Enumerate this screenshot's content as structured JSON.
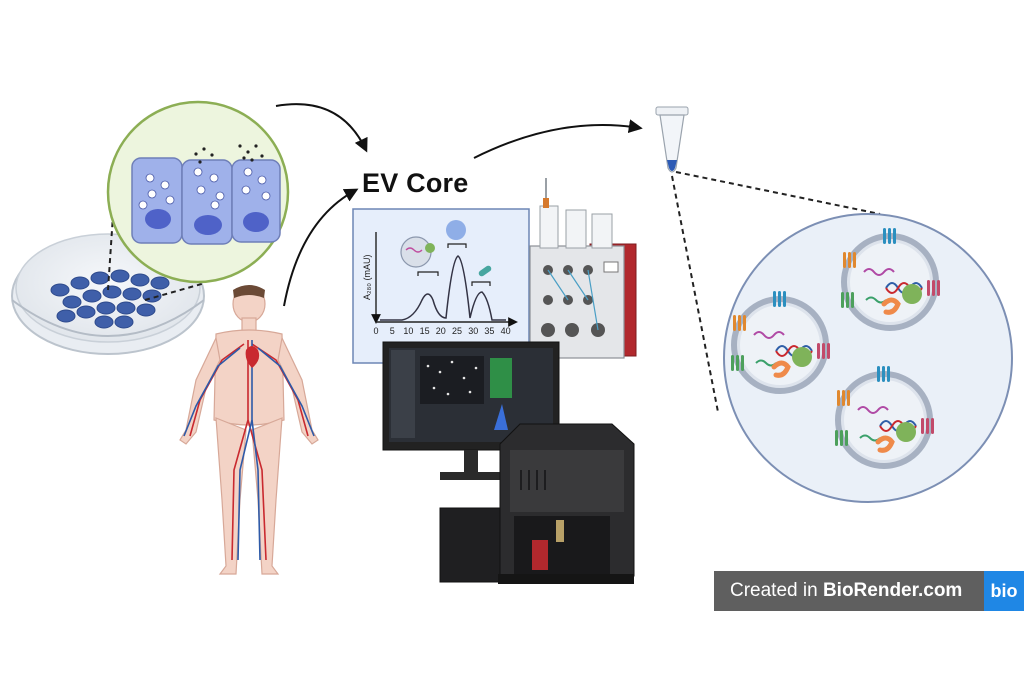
{
  "title": "EV Core",
  "watermark": {
    "prefix": "Created in ",
    "brand": "BioRender.com",
    "logo": "bio"
  },
  "chromatogram": {
    "ylabel": "A₂₈₀ (mAU)",
    "xticks": [
      "0",
      "5",
      "10",
      "15",
      "20",
      "25",
      "30",
      "35",
      "40"
    ]
  },
  "icons": {
    "petri_dish": "petri-dish-icon",
    "cells": "epithelial-cells-icon",
    "human": "human-body-icon",
    "tube": "microcentrifuge-tube-icon",
    "vesicles": "extracellular-vesicles-icon",
    "chromatography": "chromatography-system-icon",
    "monitor": "computer-monitor-icon",
    "analyzer": "particle-analyzer-icon"
  },
  "colors": {
    "cell_fill": "#9fb1ea",
    "nucleus": "#4f62c8",
    "zoom_green": "#ecf5dc",
    "vesicle_zoom": "#eaf0f8",
    "instrument_red": "#b1282d",
    "badge_blue": "#1f87e5"
  }
}
